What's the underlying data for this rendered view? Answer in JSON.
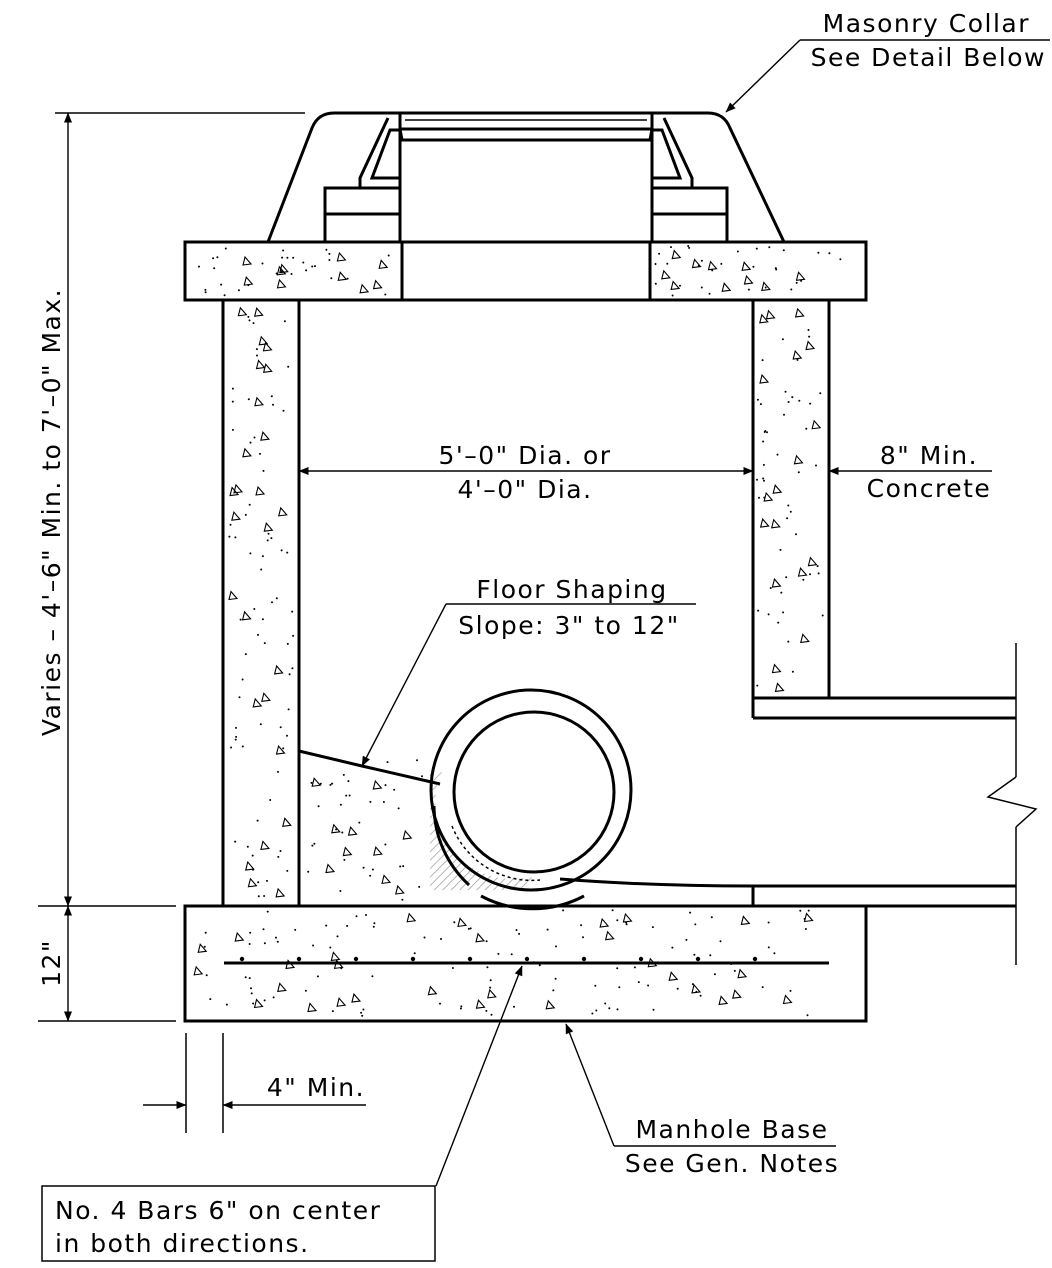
{
  "labels": {
    "masonry_collar": [
      "Masonry Collar",
      "See Detail Below"
    ],
    "height_dimension": "Varies – 4'–6\" Min. to 7'–0\" Max.",
    "base_thickness": "12\"",
    "diameter": [
      "5'–0\" Dia. or",
      "4'–0\" Dia."
    ],
    "wall": [
      "8\" Min.",
      "Concrete"
    ],
    "floor_shaping": [
      "Floor Shaping",
      "Slope: 3\" to 12\""
    ],
    "base_projection": "4\" Min.",
    "manhole_base": [
      "Manhole Base",
      "See Gen. Notes"
    ],
    "rebar_note": [
      "No. 4 Bars 6\" on center",
      "in both directions."
    ]
  },
  "colors": {
    "line": "#000000",
    "background": "#ffffff",
    "hatch": "#9a9a9a"
  }
}
